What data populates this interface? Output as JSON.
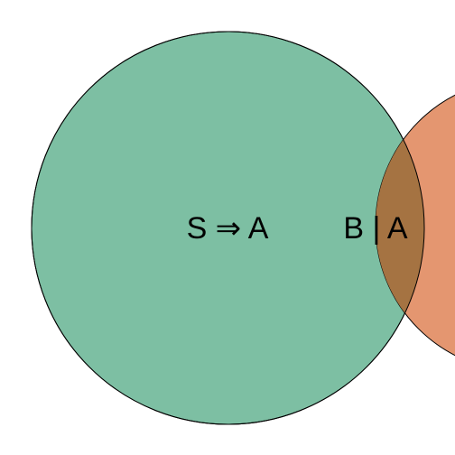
{
  "diagram": {
    "type": "venn",
    "sets": [
      {
        "id": "left",
        "color": "#7dbfa3"
      },
      {
        "id": "right",
        "color": "#e49670"
      }
    ],
    "overlap_color": "#a57342",
    "labels": {
      "left_only": "S ⇒ A",
      "intersection": "B | A"
    }
  }
}
